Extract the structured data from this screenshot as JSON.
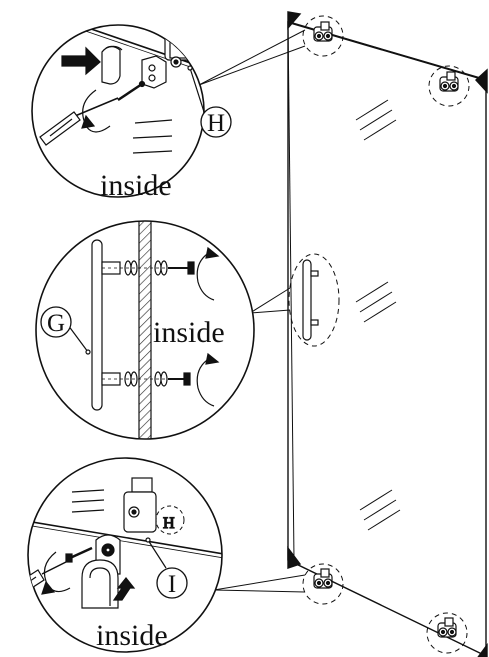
{
  "labels": {
    "inside": "inside",
    "part_h": "H",
    "part_g": "G",
    "part_i": "I"
  },
  "colors": {
    "line": "#111111",
    "glass_hatch": "#333333",
    "background": "#ffffff"
  },
  "icons": [
    "screwdriver-icon",
    "arrow-icon",
    "rotate-arrow-icon",
    "hinge-clamp-icon",
    "cover-cap-icon",
    "handle-bar-icon",
    "screw-icon"
  ]
}
